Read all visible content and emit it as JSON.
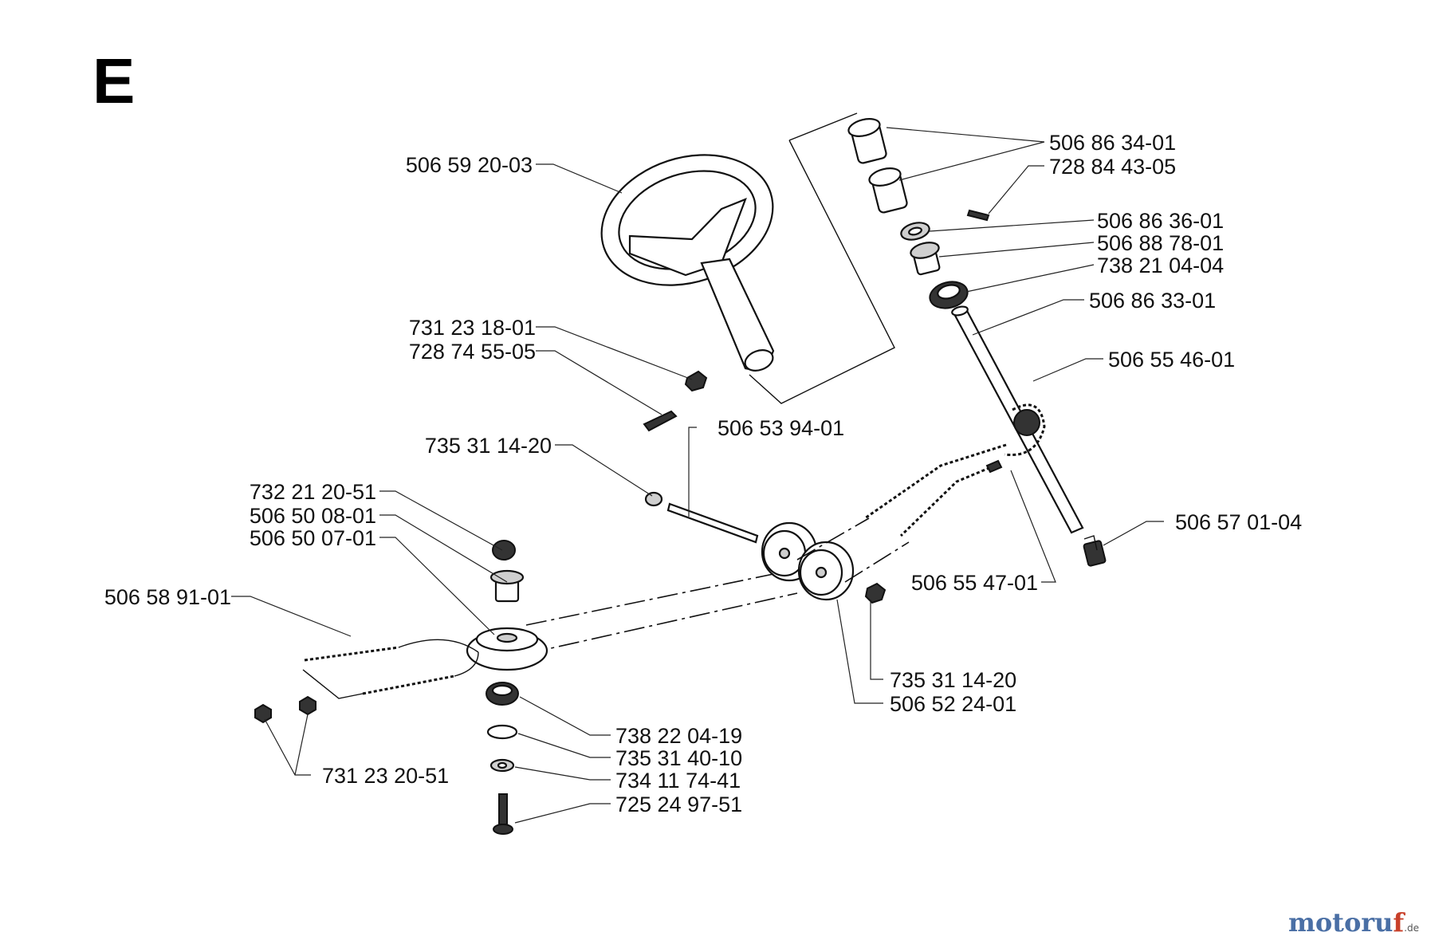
{
  "section_letter": "E",
  "part_labels": [
    "506 59 20-03",
    "731 23 18-01",
    "728 74 55-05",
    "506 86 34-01",
    "728 84 43-05",
    "506 86 36-01",
    "506 88 78-01",
    "738 21 04-04",
    "506 86 33-01",
    "506 55 46-01",
    "506 53 94-01",
    "735 31 14-20",
    "732 21 20-51",
    "506 50 08-01",
    "506 50 07-01",
    "506 58 91-01",
    "506 57 01-04",
    "506 55 47-01",
    "735 31 14-20",
    "506 52 24-01",
    "738 22 04-19",
    "735 31 40-10",
    "734 11 74-41",
    "725 24 97-51",
    "731 23 20-51"
  ],
  "watermark": {
    "main": "motoru",
    "accent": "f",
    "sub": ".de"
  }
}
